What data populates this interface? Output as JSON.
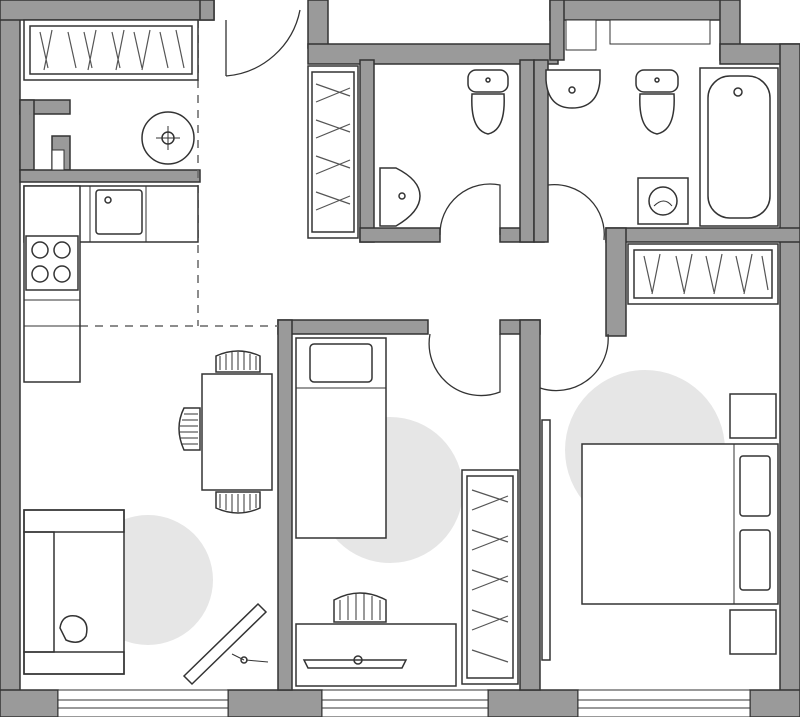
{
  "image": {
    "kind": "floor-plan",
    "rooms": [
      "hallway",
      "kitchen-living",
      "bedroom-small",
      "bedroom-large",
      "toilet",
      "bathroom"
    ],
    "palette": {
      "wall": "#9a9a9a",
      "line": "#333333",
      "floor": "#ffffff",
      "spot": "#e6e6e6"
    }
  }
}
